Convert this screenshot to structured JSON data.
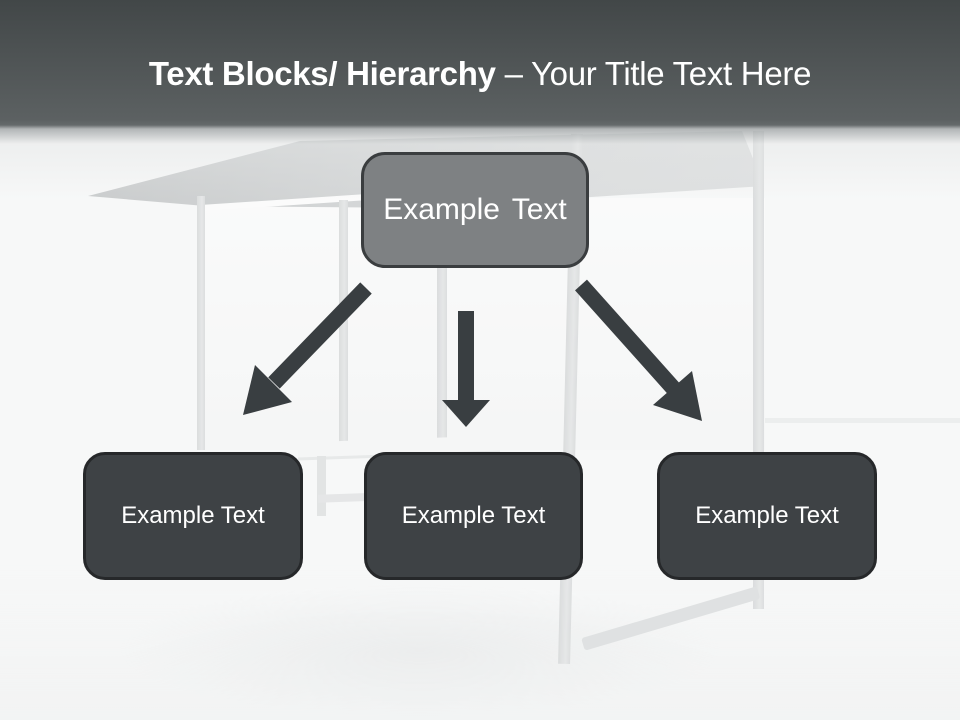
{
  "slide": {
    "title": {
      "bold_segment": "Text Blocks/ Hierarchy",
      "regular_segment": "– Your Title Text Here"
    },
    "background_illustration": "faded-3d-bus-stop-shelter-photo",
    "colors": {
      "header_gradient_top": "#424748",
      "header_gradient_bottom": "#5f6465",
      "slide_background": "#f7f8f8",
      "root_box_fill": "#7e8183",
      "root_box_border": "#3a3d3f",
      "child_box_fill": "#3e4245",
      "child_box_border": "#26282a",
      "arrow_color": "#393e41",
      "title_text_color": "#ffffff",
      "box_text_color": "#ffffff"
    },
    "icons": {
      "connectors": [
        "arrow-down-left",
        "arrow-down",
        "arrow-down-right"
      ]
    }
  },
  "diagram": {
    "root_box": {
      "label": "Example Text"
    },
    "child_boxes": [
      {
        "label": "Example Text"
      },
      {
        "label": "Example Text"
      },
      {
        "label": "Example Text"
      }
    ]
  }
}
